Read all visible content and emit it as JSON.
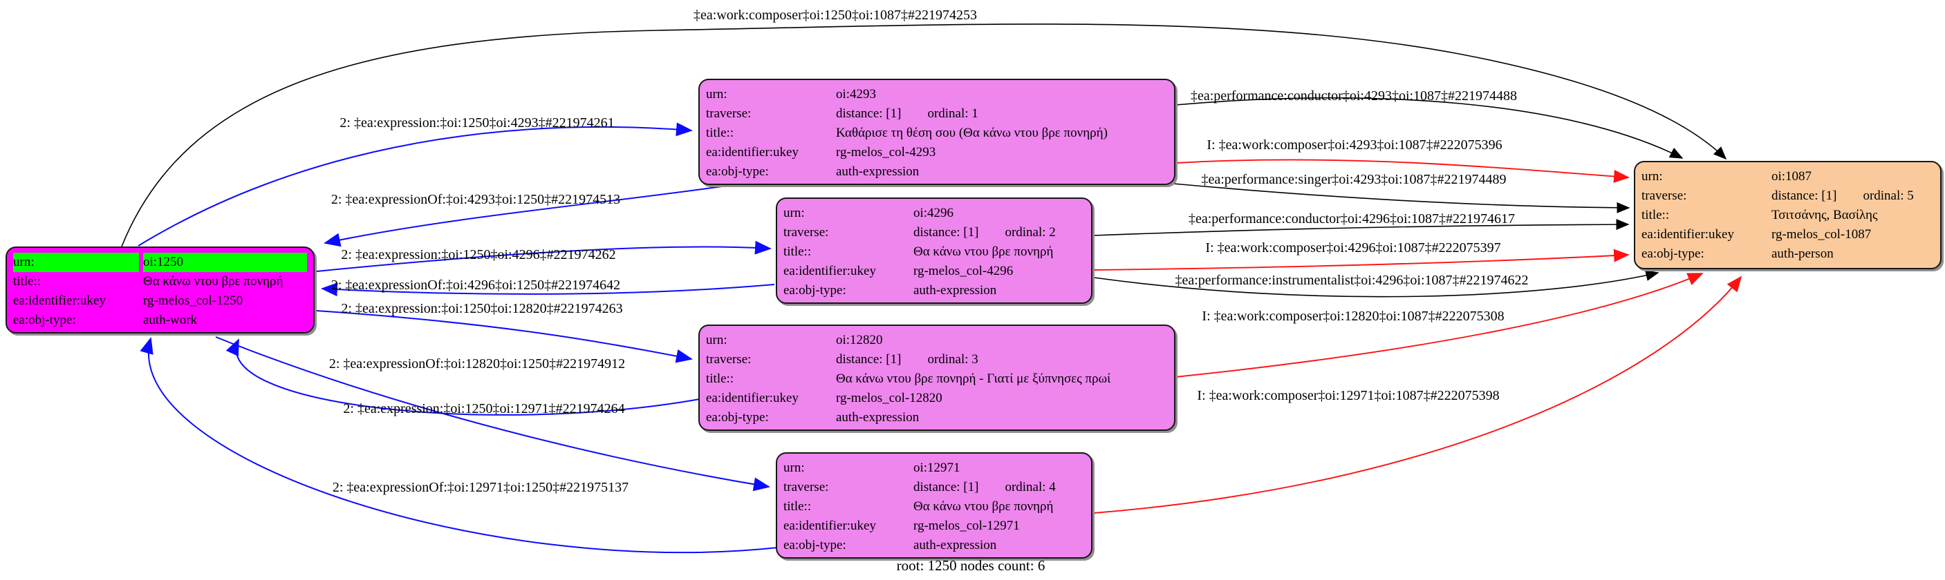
{
  "graph": {
    "caption": "root: 1250 nodes count: 6",
    "colors": {
      "work_fill": "#ff00ff",
      "work_highlight": "#00ff00",
      "expression_fill": "#ee86ee",
      "person_fill": "#faca9c",
      "expression_edge": "#0b0bff",
      "default_edge": "#000000",
      "inferred_edge": "#fe1111"
    }
  },
  "nodes": {
    "n1250": {
      "urn_label": "urn:",
      "urn": "oi:1250",
      "title_label": "title::",
      "title": "Θα κάνω ντου βρε πονηρή",
      "ukey_label": "ea:identifier:ukey",
      "ukey": "rg-melos_col-1250",
      "objtype_label": "ea:obj-type:",
      "objtype": "auth-work"
    },
    "n4293": {
      "urn_label": "urn:",
      "urn": "oi:4293",
      "traverse_label": "traverse:",
      "distance": "distance: [1]",
      "ordinal": "ordinal: 1",
      "title_label": "title::",
      "title": "Καθάρισε τη θέση σου (Θα κάνω ντου βρε πονηρή)",
      "ukey_label": "ea:identifier:ukey",
      "ukey": "rg-melos_col-4293",
      "objtype_label": "ea:obj-type:",
      "objtype": "auth-expression"
    },
    "n4296": {
      "urn_label": "urn:",
      "urn": "oi:4296",
      "traverse_label": "traverse:",
      "distance": "distance: [1]",
      "ordinal": "ordinal: 2",
      "title_label": "title::",
      "title": "Θα κάνω ντου βρε πονηρή",
      "ukey_label": "ea:identifier:ukey",
      "ukey": "rg-melos_col-4296",
      "objtype_label": "ea:obj-type:",
      "objtype": "auth-expression"
    },
    "n12820": {
      "urn_label": "urn:",
      "urn": "oi:12820",
      "traverse_label": "traverse:",
      "distance": "distance: [1]",
      "ordinal": "ordinal: 3",
      "title_label": "title::",
      "title": "Θα κάνω ντου βρε πονηρή - Γιατί με ξύπνησες πρωί",
      "ukey_label": "ea:identifier:ukey",
      "ukey": "rg-melos_col-12820",
      "objtype_label": "ea:obj-type:",
      "objtype": "auth-expression"
    },
    "n12971": {
      "urn_label": "urn:",
      "urn": "oi:12971",
      "traverse_label": "traverse:",
      "distance": "distance: [1]",
      "ordinal": "ordinal: 4",
      "title_label": "title::",
      "title": "Θα κάνω ντου βρε πονηρή",
      "ukey_label": "ea:identifier:ukey",
      "ukey": "rg-melos_col-12971",
      "objtype_label": "ea:obj-type:",
      "objtype": "auth-expression"
    },
    "n1087": {
      "urn_label": "urn:",
      "urn": "oi:1087",
      "traverse_label": "traverse:",
      "distance": "distance: [1]",
      "ordinal": "ordinal: 5",
      "title_label": "title::",
      "title": "Τσιτσάνης, Βασίλης",
      "ukey_label": "ea:identifier:ukey",
      "ukey": "rg-melos_col-1087",
      "objtype_label": "ea:obj-type:",
      "objtype": "auth-person"
    }
  },
  "edges": [
    {
      "id": "ea-expression-1250-4293",
      "label": "2: ‡ea:expression:‡oi:1250‡oi:4293‡#221974261"
    },
    {
      "id": "ea-expressionOf-4293-1250",
      "label": "2: ‡ea:expressionOf:‡oi:4293‡oi:1250‡#221974513"
    },
    {
      "id": "ea-expression-1250-4296",
      "label": "2: ‡ea:expression:‡oi:1250‡oi:4296‡#221974262"
    },
    {
      "id": "ea-expressionOf-4296-1250",
      "label": "2: ‡ea:expressionOf:‡oi:4296‡oi:1250‡#221974642"
    },
    {
      "id": "ea-expression-1250-12820",
      "label": "2: ‡ea:expression:‡oi:1250‡oi:12820‡#221974263"
    },
    {
      "id": "ea-expressionOf-12820-1250",
      "label": "2: ‡ea:expressionOf:‡oi:12820‡oi:1250‡#221974912"
    },
    {
      "id": "ea-expression-1250-12971",
      "label": "2: ‡ea:expression:‡oi:1250‡oi:12971‡#221974264"
    },
    {
      "id": "ea-expressionOf-12971-1250",
      "label": "2: ‡ea:expressionOf:‡oi:12971‡oi:1250‡#221975137"
    },
    {
      "id": "ea-work-composer-1250-1087",
      "label": "‡ea:work:composer‡oi:1250‡oi:1087‡#221974253"
    },
    {
      "id": "ea-performance-conductor-4293-1087",
      "label": "‡ea:performance:conductor‡oi:4293‡oi:1087‡#221974488"
    },
    {
      "id": "ea-work-composer-4293-1087",
      "label": "I: ‡ea:work:composer‡oi:4293‡oi:1087‡#222075396"
    },
    {
      "id": "ea-performance-singer-4293-1087",
      "label": "‡ea:performance:singer‡oi:4293‡oi:1087‡#221974489"
    },
    {
      "id": "ea-performance-conductor-4296-1087",
      "label": "‡ea:performance:conductor‡oi:4296‡oi:1087‡#221974617"
    },
    {
      "id": "ea-work-composer-4296-1087",
      "label": "I: ‡ea:work:composer‡oi:4296‡oi:1087‡#222075397"
    },
    {
      "id": "ea-performance-instrumentalist-4296-1087",
      "label": "‡ea:performance:instrumentalist‡oi:4296‡oi:1087‡#221974622"
    },
    {
      "id": "ea-work-composer-12820-1087",
      "label": "I: ‡ea:work:composer‡oi:12820‡oi:1087‡#222075308"
    },
    {
      "id": "ea-work-composer-12971-1087",
      "label": "I: ‡ea:work:composer‡oi:12971‡oi:1087‡#222075398"
    }
  ]
}
